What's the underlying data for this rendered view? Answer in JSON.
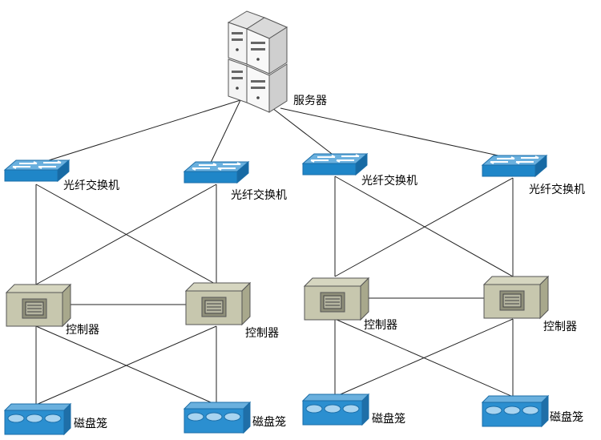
{
  "diagram": {
    "server_label": "服务器",
    "switch_label": "光纤交换机",
    "controller_label": "控制器",
    "disk_label": "磁盘笼",
    "colors": {
      "switch_top": "#5ea7d8",
      "switch_front": "#1f86c8",
      "controller_body": "#c7c7ae",
      "controller_side": "#a8a88c",
      "disk_body": "#2b8fd0",
      "server_body": "#f2f2f2",
      "line": "#222222"
    }
  }
}
